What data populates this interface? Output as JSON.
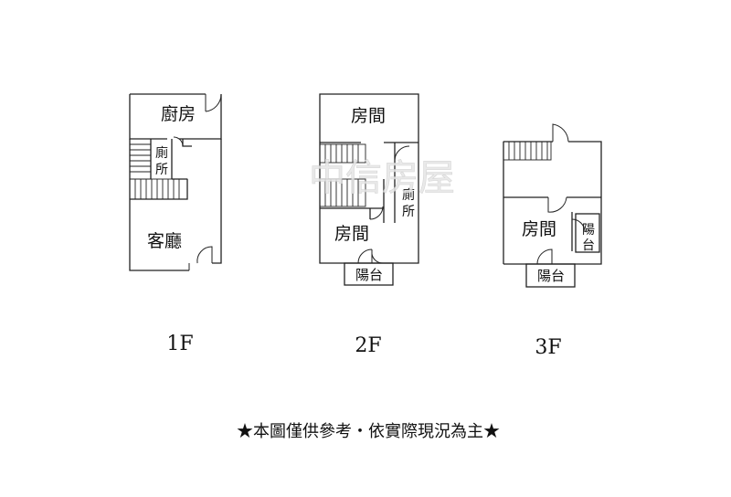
{
  "watermark": "中信房屋",
  "floors": [
    {
      "label": "1F",
      "rooms": {
        "kitchen": "廚房",
        "toilet": [
          "廁",
          "所"
        ],
        "living": "客廳"
      }
    },
    {
      "label": "2F",
      "rooms": {
        "room_top": "房間",
        "toilet": [
          "廁",
          "所"
        ],
        "room_bottom": "房間",
        "balcony": "陽台"
      }
    },
    {
      "label": "3F",
      "rooms": {
        "room": "房間",
        "balcony_side": [
          "陽",
          "台"
        ],
        "balcony_bottom": "陽台"
      }
    }
  ],
  "disclaimer": "★本圖僅供參考・依實際現況為主★"
}
